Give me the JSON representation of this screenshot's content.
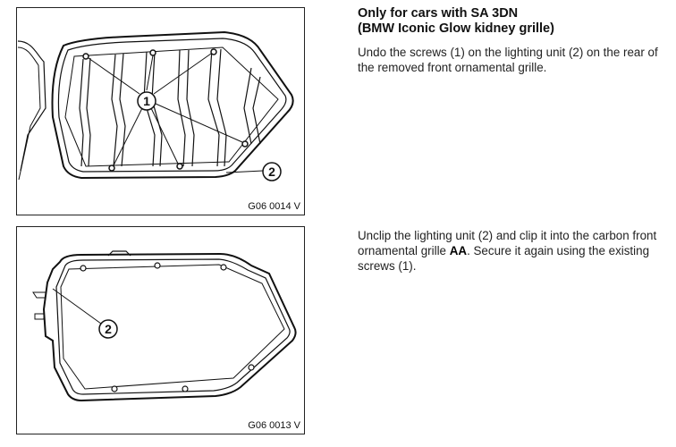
{
  "step1": {
    "heading_line1": "Only for cars with SA 3DN",
    "heading_line2": "(BMW Iconic Glow kidney grille)",
    "text": "Undo the screws (1) on the lighting unit (2) on the rear of the removed front ornamental grille.",
    "figure": {
      "code": "G06 0014 V",
      "callouts": [
        "1",
        "2"
      ]
    }
  },
  "step2": {
    "text_before": "Unclip the lighting unit (2) and clip it into the carbon front ornamental grille ",
    "text_bold": "AA",
    "text_after": ". Secure it again using the existing screws (1).",
    "figure": {
      "code": "G06 0013 V",
      "callouts": [
        "2"
      ]
    }
  }
}
